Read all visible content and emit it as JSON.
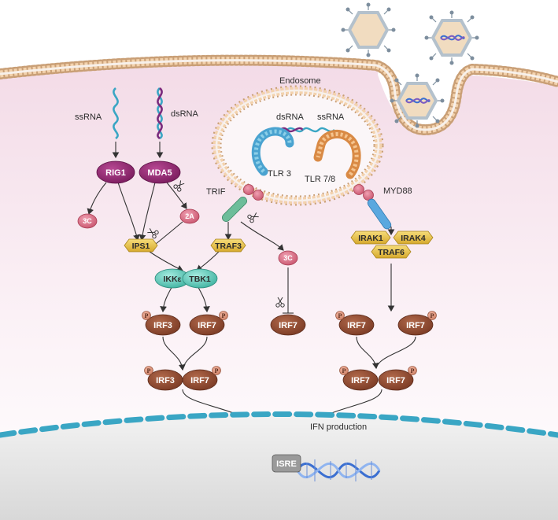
{
  "labels": {
    "endosome": "Endosome",
    "ssrna_left": "ssRNA",
    "dsrna_left": "dsRNA",
    "dsrna_endo": "dsRNA",
    "ssrna_endo": "ssRNA",
    "tlr3": "TLR 3",
    "tlr78": "TLR 7/8",
    "trif": "TRIF",
    "myd88": "MYD88",
    "ifn_production": "IFN production"
  },
  "nodes": {
    "rig1": "RIG1",
    "mda5": "MDA5",
    "c3_left": "3C",
    "a2": "2A",
    "ips1": "IPS1",
    "traf3": "TRAF3",
    "c3_mid": "3C",
    "ikke": "IKKε",
    "tbk1": "TBK1",
    "irf3_a": "IRF3",
    "irf7_a": "IRF7",
    "irf7_mid": "IRF7",
    "irf3_b": "IRF3",
    "irf7_b": "IRF7",
    "irak1": "IRAK1",
    "irak4": "IRAK4",
    "traf6": "TRAF6",
    "irf7_r1": "IRF7",
    "irf7_r2": "IRF7",
    "irf7_r3": "IRF7",
    "irf7_r4": "IRF7",
    "isre": "ISRE"
  },
  "phospho_label": "P",
  "colors": {
    "cytoplasm_top": "#f6e6ef",
    "cytoplasm_bottom": "#ffffff",
    "nucleus": "#e9e9e9",
    "membrane": "#f0c9a0",
    "purple_node": "#8e2a6e",
    "pink_node": "#d76a84",
    "yellow_node": "#e7c04a",
    "teal_node": "#5ec8b8",
    "brown_node": "#8c4a32",
    "nuclear_pore": "#3aa6c4",
    "dna_blue": "#3b6fd1"
  }
}
